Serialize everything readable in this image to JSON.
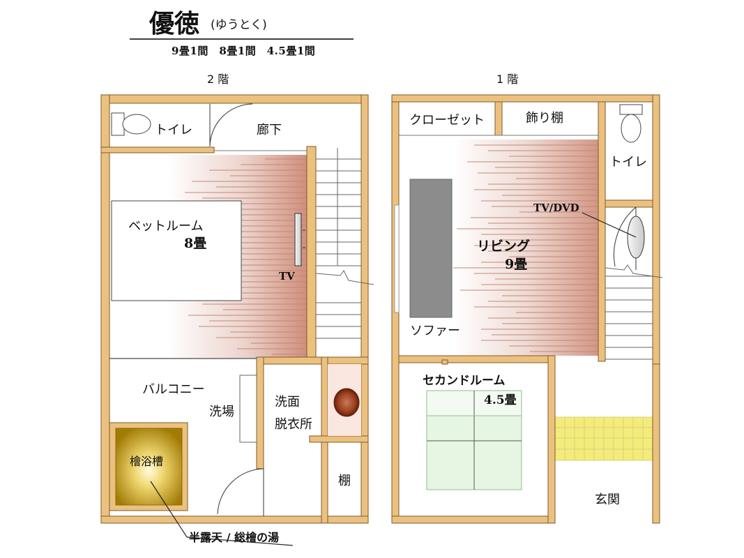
{
  "header": {
    "title": "優徳",
    "reading": "(ゆうとく)",
    "summary": "9畳1間　8畳1間　4.5畳1間"
  },
  "floors": {
    "second": {
      "label": "2 階",
      "rooms": {
        "toilet": "トイレ",
        "hallway": "廊下",
        "bedroom": "ベットルーム",
        "bedroom_size": "8畳",
        "tv": "TV",
        "balcony": "バルコニー",
        "washing_area": "洗場",
        "washroom_1": "洗面",
        "washroom_2": "脱衣所",
        "shelf": "棚",
        "bath": "檜浴槽",
        "bath_caption": "半露天 / 総檜の湯"
      }
    },
    "first": {
      "label": "1 階",
      "rooms": {
        "closet": "クローゼット",
        "display_shelf": "飾り棚",
        "toilet": "トイレ",
        "tv_dvd": "TV/DVD",
        "living": "リビング",
        "living_size": "9畳",
        "sofa": "ソファー",
        "second_room": "セカンドルーム",
        "second_room_size": "4.5畳",
        "entrance": "玄関"
      }
    }
  },
  "colors": {
    "wall": "#ecc17f",
    "wall_edge": "#7a5a2e",
    "floor_gradient": "#c9836e",
    "tatami": "#dcf5d8",
    "tile": "#f3ec7a",
    "bath_center": "#fff3b0",
    "bath_edge": "#a27b05",
    "sofa": "#8c8c8c",
    "sink": "#a2401d"
  }
}
